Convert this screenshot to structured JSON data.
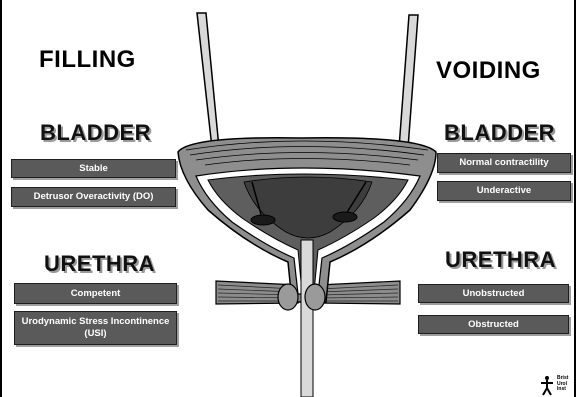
{
  "filling": {
    "title": "FILLING",
    "bladder": {
      "heading": "BLADDER",
      "options": [
        "Stable",
        "Detrusor Overactivity (DO)"
      ]
    },
    "urethra": {
      "heading": "URETHRA",
      "options": [
        "Competent",
        "Urodynamic Stress Incontinence (USI)"
      ]
    }
  },
  "voiding": {
    "title": "VOIDING",
    "bladder": {
      "heading": "BLADDER",
      "options": [
        "Normal contractility",
        "Underactive"
      ]
    },
    "urethra": {
      "heading": "URETHRA",
      "options": [
        "Unobstructed",
        "Obstructed"
      ]
    }
  },
  "logo": {
    "text": "Brist\nUrol\nInst"
  },
  "colors": {
    "box_fill": "#5a5a5a",
    "box_text": "#ffffff",
    "bladder_wall": "#8e8e8e",
    "bladder_lumen": "#5e5e5e",
    "tube": "#d9d9d9"
  }
}
